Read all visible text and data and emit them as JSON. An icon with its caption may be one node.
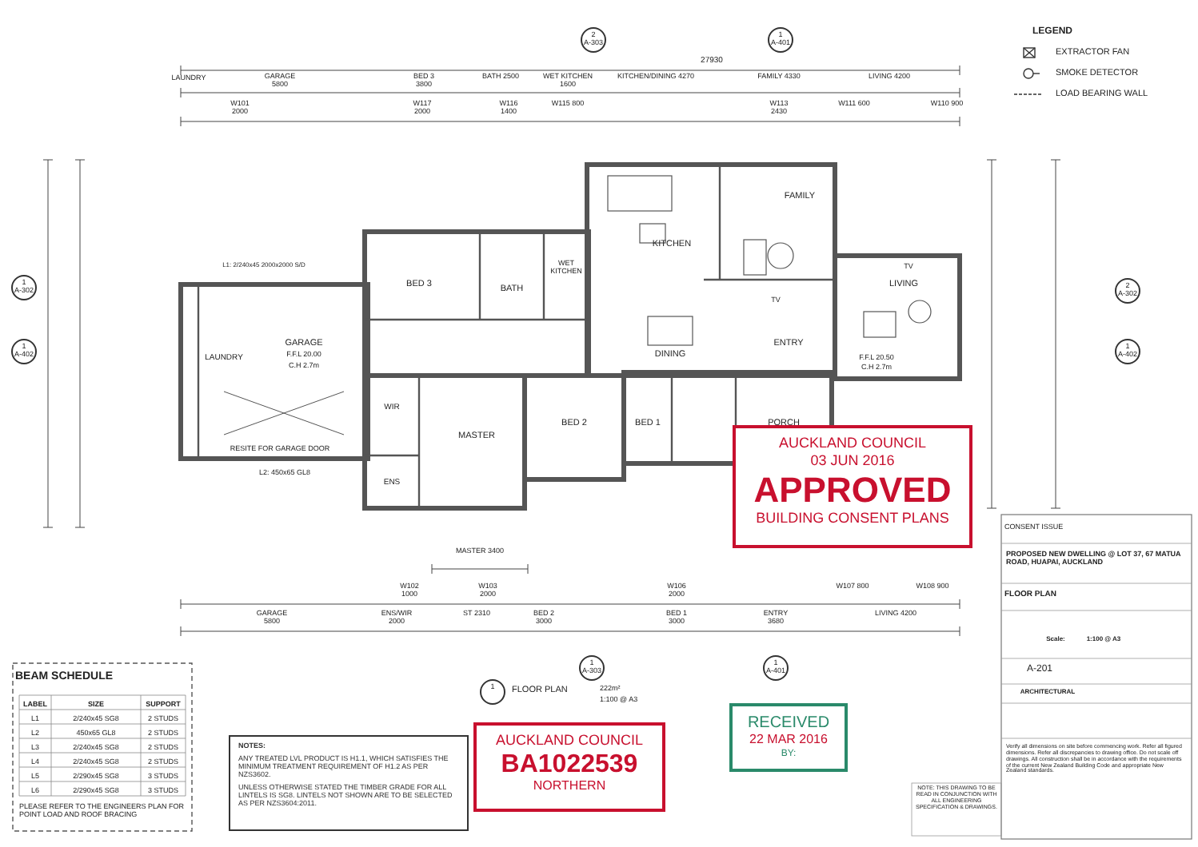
{
  "diagram": {
    "nodes": [
      {
        "text": [
          "AUCKLAND COUNCIL",
          "03 JUN 2016",
          "APPROVED",
          "BUILDING CONSENT PLANS"
        ]
      },
      {
        "text": [
          "AUCKLAND COUNCIL",
          "BA1022539",
          "NORTHERN"
        ]
      },
      {
        "text": [
          "RECEIVED",
          "22 MAR 2016",
          "BY:"
        ]
      },
      {
        "text": [
          "NOTES:",
          "ANY TREATED LVL PRODUCT IS H1.1, WHICH SATISFIES THE MINIMUM TREATMENT REQUIREMENT OF H1.2 AS PER NZS3602.",
          "UNLESS OTHERWISE STATED THE TIMBER GRADE FOR ALL LINTELS IS SG8. LINTELS NOT SHOWN ARE TO BE SELECTED AS PER NZS3604:2011."
        ]
      },
      {
        "text": [
          "2",
          "A-303"
        ]
      },
      {
        "text": [
          "1",
          "A-401"
        ]
      },
      {
        "text": [
          "1",
          "A-302"
        ]
      },
      {
        "text": [
          "1",
          "A-402"
        ]
      },
      {
        "text": [
          "2",
          "A-302"
        ]
      },
      {
        "text": [
          "1",
          "A-402"
        ]
      },
      {
        "text": [
          "1",
          "A-303"
        ]
      },
      {
        "text": [
          "1",
          "A-401"
        ]
      },
      {
        "text": [
          "1"
        ],
        "beside": [
          "FLOOR PLAN",
          "222m²",
          "1:100 @ A3"
        ]
      }
    ],
    "labels": [
      "27930",
      "LAUNDRY",
      "GARAGE 5800",
      "BED 3 3800",
      "BATH 2500",
      "WET KITCHEN 1600",
      "KITCHEN/DINING 4270",
      "FAMILY 4330",
      "LIVING 4200",
      "W101 2000",
      "W117 2000",
      "W116 1400",
      "W115 800",
      "W113 2430",
      "W111 600",
      "W110 900",
      "L1: 2/240x45 2000x2000 S/D",
      "LAUNDRY",
      "GARAGE",
      "F.F.L 20.00",
      "C.H 2.7m",
      "RESITE FOR GARAGE DOOR",
      "L2: 450x65 GL8",
      "BED 3",
      "BATH",
      "WET KITCHEN",
      "KITCHEN",
      "FAMILY",
      "TV",
      "LIVING",
      "TV",
      "DINING",
      "ENTRY",
      "F.F.L 20.50",
      "C.H 2.7m",
      "WIR",
      "MASTER",
      "ENS",
      "BED 2",
      "BED 1",
      "PORCH",
      "MASTER 3400",
      "W102 1000",
      "W103 2000",
      "W106 2000",
      "W107 800",
      "W108 900",
      "GARAGE 5800",
      "ENS/WIR 2000",
      "ST 2310",
      "BED 2 3000",
      "BED 1 3000",
      "ENTRY 3680",
      "LIVING 4200",
      "LEGEND",
      "BEAM SCHEDULE",
      "LABEL",
      "SIZE",
      "SUPPORT",
      "L1",
      "2/240x45 SG8",
      "2 STUDS",
      "L2",
      "450x65 GL8",
      "2 STUDS",
      "L3",
      "2/240x45 SG8",
      "2 STUDS",
      "L4",
      "2/240x45 SG8",
      "2 STUDS",
      "L5",
      "2/290x45 SG8",
      "3 STUDS",
      "L6",
      "2/290x45 SG8",
      "3 STUDS",
      "PLEASE REFER TO THE ENGINEERS PLAN FOR POINT LOAD AND ROOF BRACING",
      "CONSENT ISSUE",
      "PROPOSED NEW DWELLING @ LOT 37, 67 MATUA ROAD, HUAPAI, AUCKLAND",
      "FLOOR PLAN",
      "Scale:",
      "1:100 @ A3",
      "A-201",
      "ARCHITECTURAL",
      "Verify all dimensions on site before commencing work. Refer all figured dimensions. Refer all discrepancies to drawing office. Do not scale off drawings. All construction shall be in accordance with the requirements of the current New Zealand Building Code and appropriate New Zealand standards.",
      "NOTE: THIS DRAWING TO BE READ IN CONJUNCTION WITH ALL ENGINEERING SPECIFICATION & DRAWINGS."
    ],
    "legend": [
      {
        "text": "EXTRACTOR FAN"
      },
      {
        "text": "SMOKE DETECTOR"
      },
      {
        "text": "LOAD BEARING WALL"
      }
    ]
  }
}
